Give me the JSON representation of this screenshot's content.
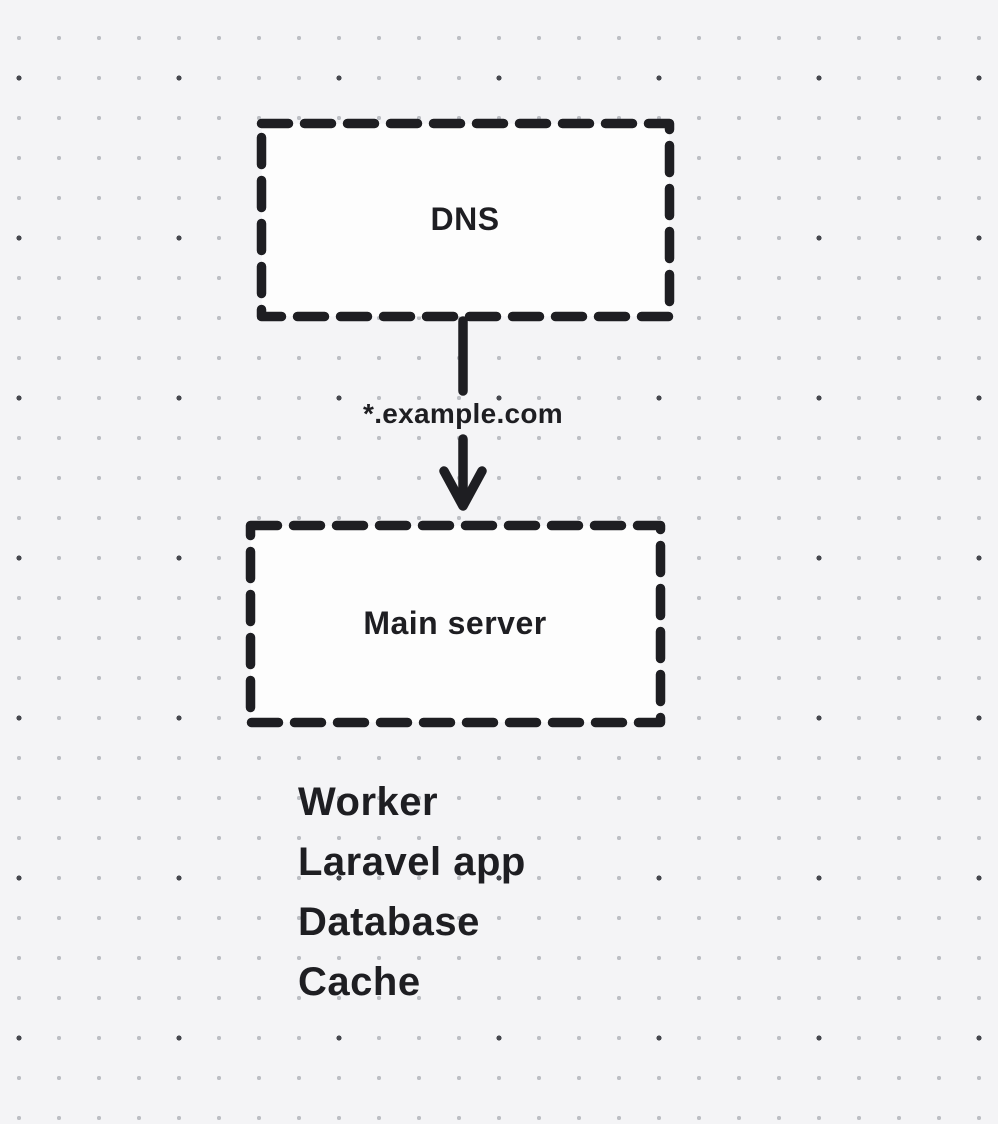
{
  "diagram": {
    "nodes": [
      {
        "id": "dns",
        "label": "DNS"
      },
      {
        "id": "main-server",
        "label": "Main server"
      }
    ],
    "edges": [
      {
        "from": "dns",
        "to": "main-server",
        "label": "*.example.com"
      }
    ],
    "services": [
      "Worker",
      "Laravel app",
      "Database",
      "Cache"
    ]
  },
  "colors": {
    "stroke": "#1e1e22",
    "box_fill": "#fdfdfd",
    "background": "#f4f4f6",
    "dot_minor": "#bdbfc4",
    "dot_major": "#46484e"
  }
}
